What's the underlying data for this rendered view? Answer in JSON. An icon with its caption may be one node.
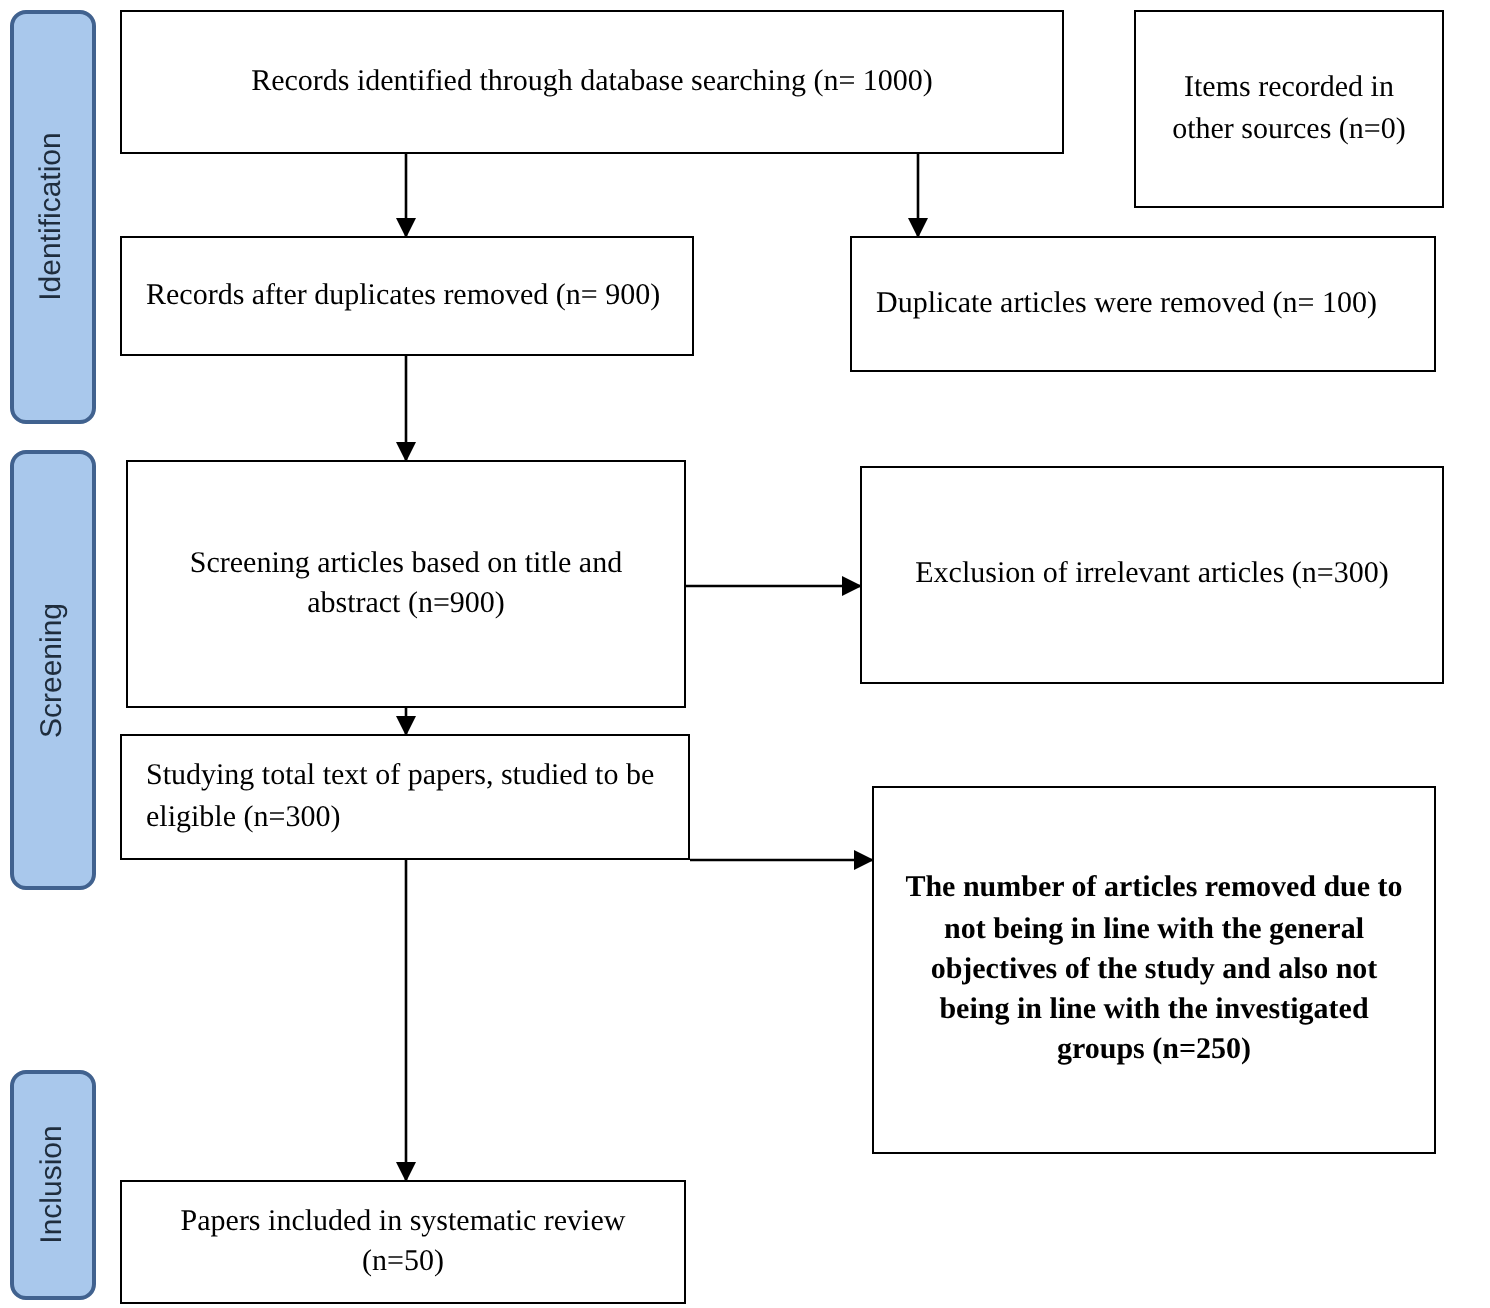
{
  "diagram": {
    "nodes": [
      {
        "text": [
          "Identification"
        ]
      },
      {
        "text": [
          "Records identified through database searching (n= 1000)"
        ]
      },
      {
        "text": [
          "Items recorded in other sources (n=0)"
        ]
      },
      {
        "text": [
          "Records after duplicates removed (n= 900)"
        ]
      },
      {
        "text": [
          "Duplicate articles were removed (n= 100)"
        ]
      },
      {
        "text": [
          "Screening"
        ]
      },
      {
        "text": [
          "Screening articles based on title and abstract (n=900)"
        ]
      },
      {
        "text": [
          "Exclusion of irrelevant articles (n=300)"
        ]
      },
      {
        "text": [
          "Studying total text of papers, studied to be eligible (n=300)"
        ]
      },
      {
        "text": [
          "The number of articles removed due to not being in line with the general objectives of the study and also not being in line with the investigated groups (n=250)"
        ]
      },
      {
        "text": [
          "Inclusion"
        ]
      },
      {
        "text": [
          "Papers included in systematic review (n=50)"
        ]
      }
    ],
    "edges": [
      {
        "from": 1,
        "to": 3,
        "arrow": "to"
      },
      {
        "from": 1,
        "to": 4,
        "arrow": "to"
      },
      {
        "from": 3,
        "to": 6,
        "arrow": "to"
      },
      {
        "from": 6,
        "to": 7,
        "arrow": "to"
      },
      {
        "from": 6,
        "to": 8,
        "arrow": "to"
      },
      {
        "from": 8,
        "to": 9,
        "arrow": "to"
      },
      {
        "from": 8,
        "to": 11,
        "arrow": "to"
      }
    ]
  }
}
